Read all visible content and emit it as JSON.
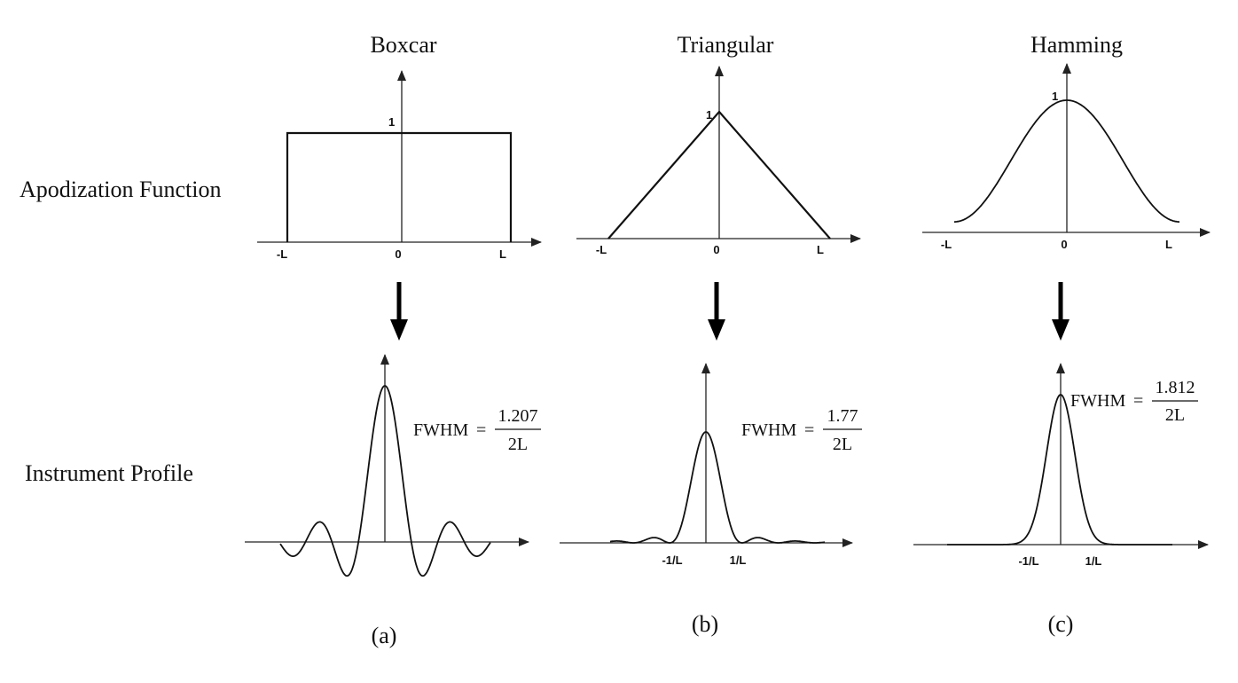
{
  "columns": [
    {
      "id": "boxcar",
      "title": "Boxcar",
      "panel_label": "(a)",
      "apod_ticks": [
        "-L",
        "0",
        "L"
      ],
      "apod_peak": "1",
      "fwhm_label": "FWHM",
      "fwhm_eq": "=",
      "fwhm_num": "1.207",
      "fwhm_den": "2L",
      "profile_ticks": []
    },
    {
      "id": "triangular",
      "title": "Triangular",
      "panel_label": "(b)",
      "apod_ticks": [
        "-L",
        "0",
        "L"
      ],
      "apod_peak": "1",
      "fwhm_label": "FWHM",
      "fwhm_eq": "=",
      "fwhm_num": "1.77",
      "fwhm_den": "2L",
      "profile_ticks": [
        "-1/L",
        "1/L"
      ]
    },
    {
      "id": "hamming",
      "title": "Hamming",
      "panel_label": "(c)",
      "apod_ticks": [
        "-L",
        "0",
        "L"
      ],
      "apod_peak": "1",
      "fwhm_label": "FWHM",
      "fwhm_eq": "=",
      "fwhm_num": "1.812",
      "fwhm_den": "2L",
      "profile_ticks": [
        "-1/L",
        "1/L"
      ]
    }
  ],
  "rows": {
    "apodization": "Apodization Function",
    "profile": "Instrument Profile"
  }
}
